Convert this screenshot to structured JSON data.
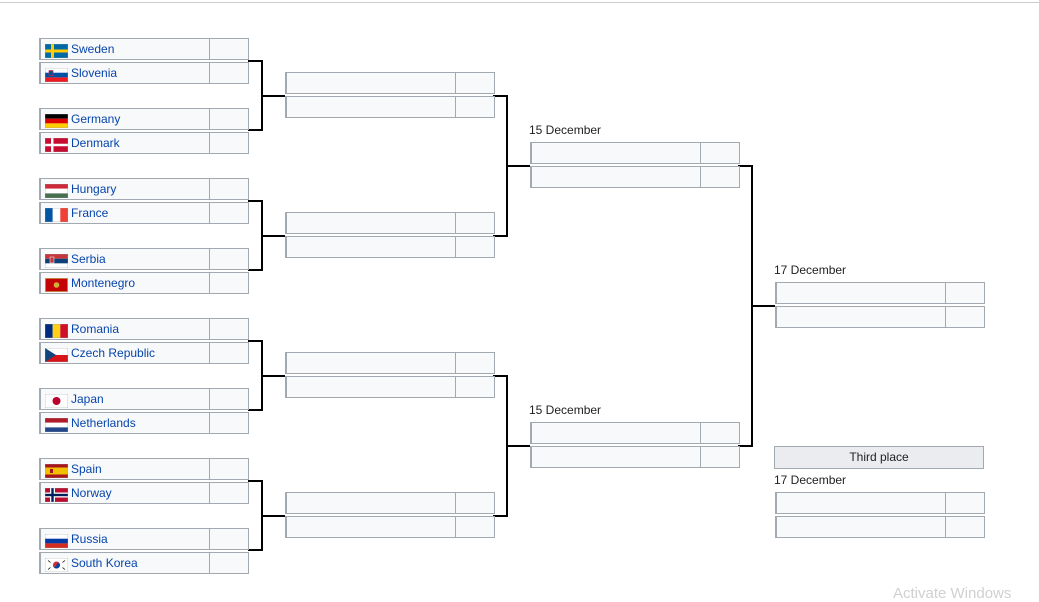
{
  "rounds": {
    "quarterfinals": [
      {
        "teams": [
          {
            "name": "Sweden",
            "flag": "sweden-flag-icon"
          },
          {
            "name": "Slovenia",
            "flag": "slovenia-flag-icon"
          }
        ]
      },
      {
        "teams": [
          {
            "name": "Germany",
            "flag": "germany-flag-icon"
          },
          {
            "name": "Denmark",
            "flag": "denmark-flag-icon"
          }
        ]
      },
      {
        "teams": [
          {
            "name": "Hungary",
            "flag": "hungary-flag-icon"
          },
          {
            "name": "France",
            "flag": "france-flag-icon"
          }
        ]
      },
      {
        "teams": [
          {
            "name": "Serbia",
            "flag": "serbia-flag-icon"
          },
          {
            "name": "Montenegro",
            "flag": "montenegro-flag-icon"
          }
        ]
      },
      {
        "teams": [
          {
            "name": "Romania",
            "flag": "romania-flag-icon"
          },
          {
            "name": "Czech Republic",
            "flag": "czech-republic-flag-icon"
          }
        ]
      },
      {
        "teams": [
          {
            "name": "Japan",
            "flag": "japan-flag-icon"
          },
          {
            "name": "Netherlands",
            "flag": "netherlands-flag-icon"
          }
        ]
      },
      {
        "teams": [
          {
            "name": "Spain",
            "flag": "spain-flag-icon"
          },
          {
            "name": "Norway",
            "flag": "norway-flag-icon"
          }
        ]
      },
      {
        "teams": [
          {
            "name": "Russia",
            "flag": "russia-flag-icon"
          },
          {
            "name": "South Korea",
            "flag": "south-korea-flag-icon"
          }
        ]
      }
    ],
    "semifinal_dates": [
      "15 December",
      "15 December"
    ],
    "final_date": "17 December",
    "third_place_label": "Third place",
    "third_place_date": "17 December"
  },
  "colors": {
    "border": "#a2a9b1",
    "cell": "#f8f9fa",
    "link": "#0645ad",
    "connector": "#000000"
  },
  "watermark": "Activate Windows"
}
